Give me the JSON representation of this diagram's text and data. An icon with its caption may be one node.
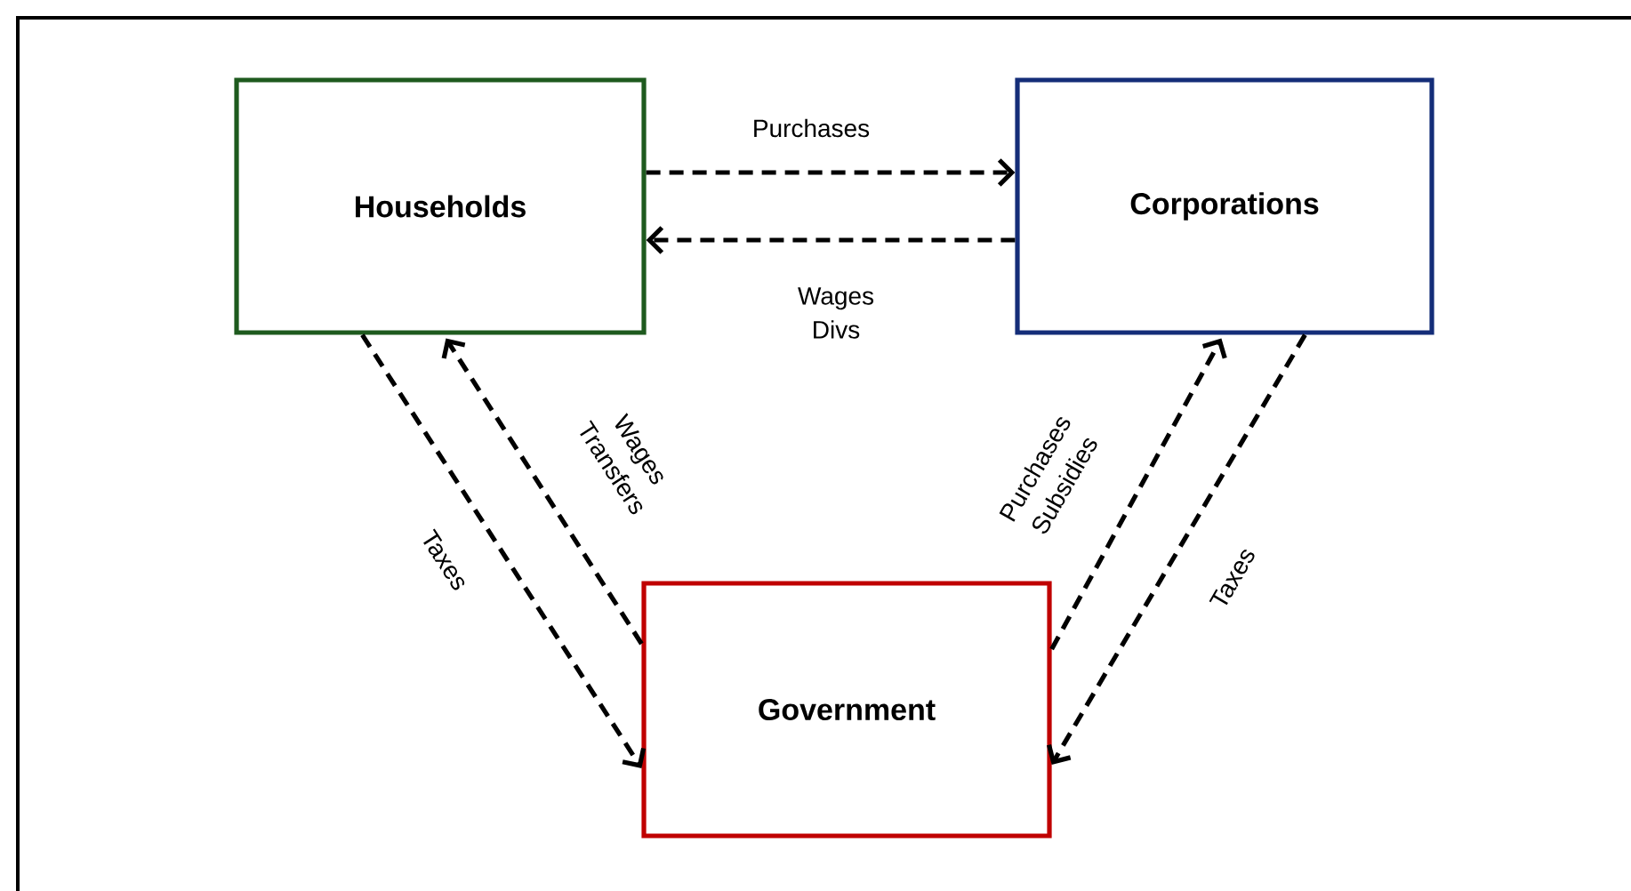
{
  "diagram": {
    "nodes": [
      {
        "text": [
          "Households"
        ]
      },
      {
        "text": [
          "Corporations"
        ]
      },
      {
        "text": [
          "Government"
        ]
      }
    ],
    "edges": [
      {
        "from": 0,
        "to": 1,
        "arrow": "to",
        "label": "Purchases",
        "style": "dashed"
      },
      {
        "from": 1,
        "to": 0,
        "arrow": "to",
        "label": "Wages Divs",
        "style": "dashed"
      },
      {
        "from": 0,
        "to": 2,
        "arrow": "to",
        "label": "Taxes",
        "style": "dashed"
      },
      {
        "from": 2,
        "to": 0,
        "arrow": "to",
        "label": "Wages Transfers",
        "style": "dashed"
      },
      {
        "from": 2,
        "to": 1,
        "arrow": "to",
        "label": "Purchases Subsidies",
        "style": "dashed"
      },
      {
        "from": 1,
        "to": 2,
        "arrow": "to",
        "label": "Taxes",
        "style": "dashed"
      }
    ]
  }
}
